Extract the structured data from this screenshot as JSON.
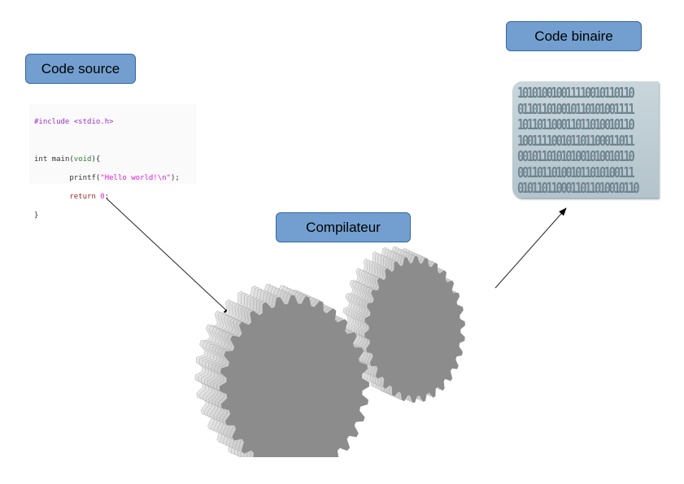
{
  "labels": {
    "source": "Code source",
    "compiler": "Compilateur",
    "binary": "Code binaire"
  },
  "code": {
    "include_line": "#include <stdio.h>",
    "main_type": "int",
    "main_sig": " main(",
    "main_param": "void",
    "main_open": "){",
    "printf_pre": "        printf(",
    "printf_str": "\"Hello world!\\n\"",
    "printf_post": ");",
    "return_kw": "        return ",
    "return_val": "0",
    "return_end": ";",
    "close_brace": "}"
  },
  "binary_lines": [
    "101010010011110010110110",
    "011011010010110101001111",
    "101101100011011010010110",
    "100111100101101100011011",
    "001011010101001010010110",
    "001101101001011010100111",
    " 0101101100011011010010110"
  ],
  "colors": {
    "label_fill": "#729fcf",
    "label_border": "#3465a4",
    "gear": "#8c8c8c"
  }
}
